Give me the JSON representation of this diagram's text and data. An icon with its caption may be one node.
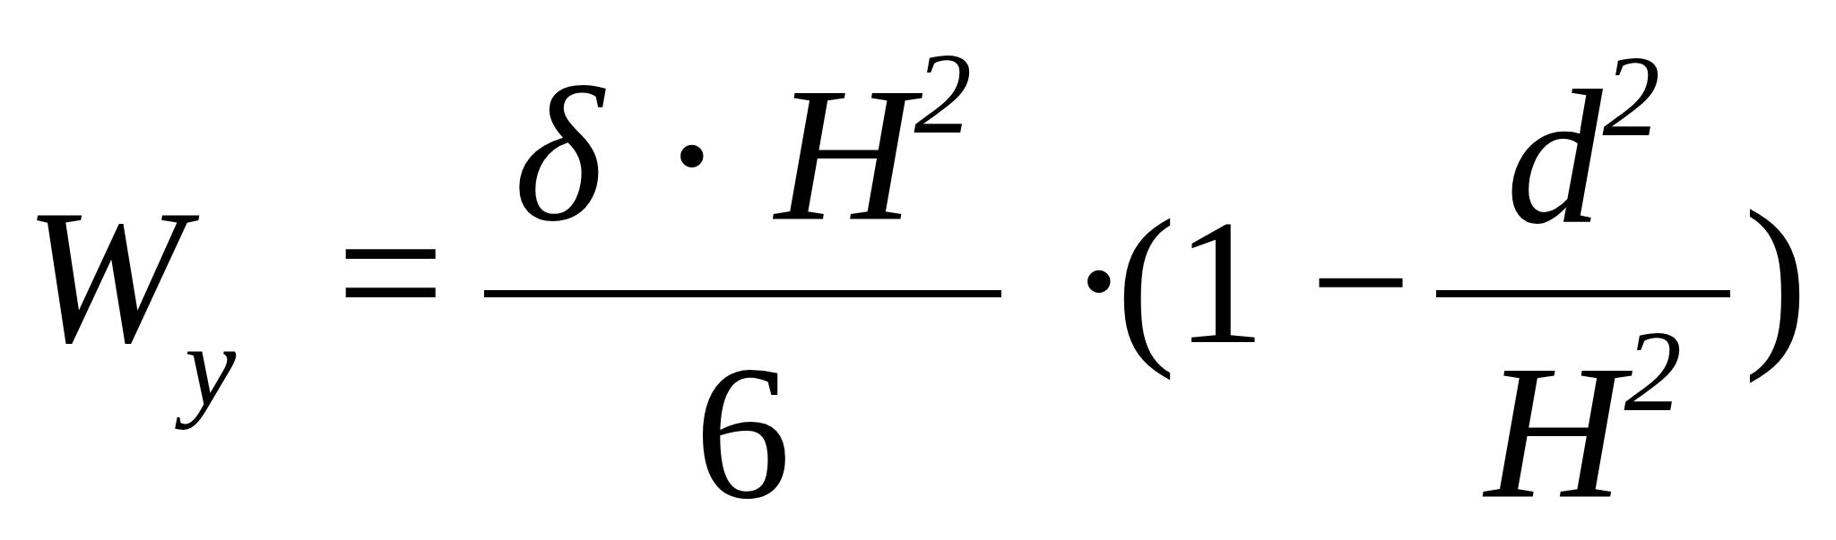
{
  "diagram": {
    "labels": [
      "W$_{y}$",
      "=",
      "δ · H$^{2}$",
      "6",
      "·",
      "(1 −",
      "d$^{2}$",
      "H$^{2}$",
      ")"
    ]
  }
}
